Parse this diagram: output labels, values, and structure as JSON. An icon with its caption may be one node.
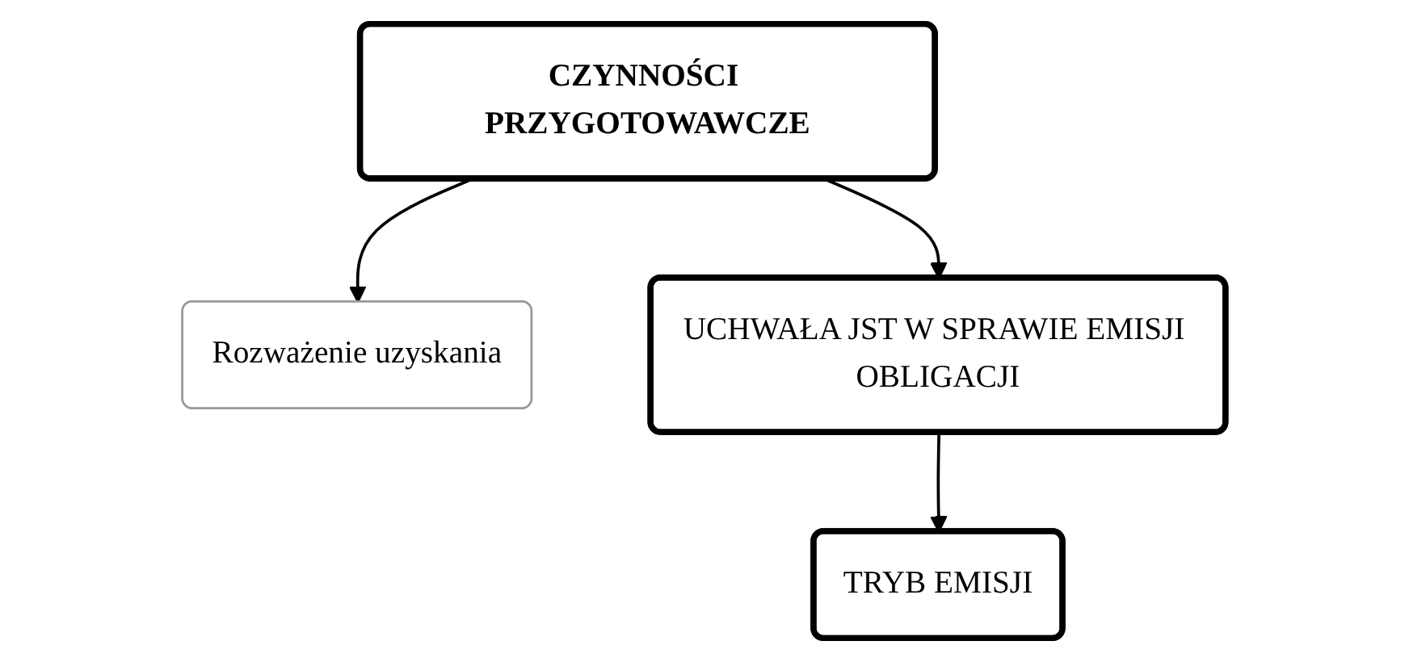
{
  "diagram": {
    "nodes": [
      {
        "text": [
          "CZYNNOŚCI PRZYGOTOWAWCZE"
        ]
      },
      {
        "text": [
          "Rozważenie uzyskania"
        ]
      },
      {
        "text": [
          "UCHWAŁA JST W SPRAWIE EMISJI OBLIGACJI"
        ]
      },
      {
        "text": [
          "TRYB EMISJI"
        ]
      }
    ],
    "edges": [
      {
        "from": 0,
        "to": 1,
        "arrow": "to"
      },
      {
        "from": 0,
        "to": 2,
        "arrow": "to"
      },
      {
        "from": 2,
        "to": 3,
        "arrow": "to"
      }
    ]
  }
}
